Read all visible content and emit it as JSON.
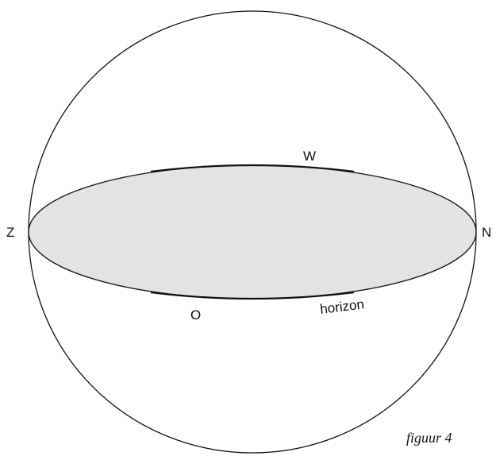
{
  "diagram": {
    "labels": {
      "west": "W",
      "south": "Z",
      "north": "N",
      "east": "O",
      "horizon": "horizon"
    },
    "caption": "figuur 4"
  },
  "colors": {
    "stroke": "#111111",
    "horizon_fill": "#e3e3e3",
    "background": "#ffffff"
  }
}
